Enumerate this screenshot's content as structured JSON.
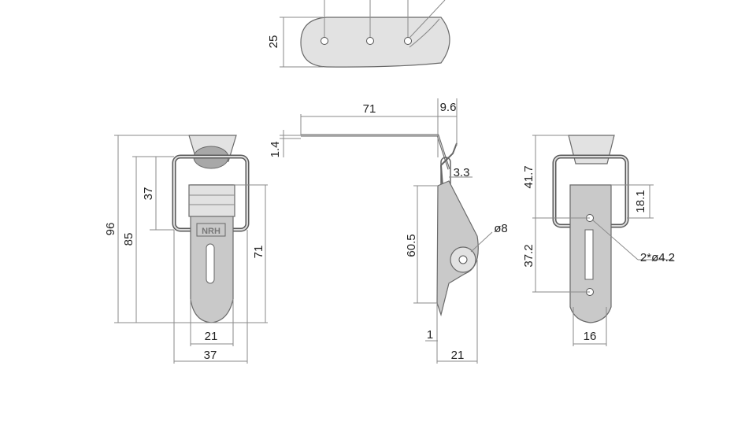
{
  "dimensions": {
    "top_plate_height": "25",
    "front_total_height": "96",
    "front_hook_height": "85",
    "front_loop_height": "37",
    "front_body_height": "71",
    "front_body_width": "21",
    "front_total_width": "37",
    "side_length": "71",
    "side_hook_offset": "9.6",
    "side_thickness": "1.4",
    "side_wire": "3.3",
    "side_height": "60.5",
    "side_hole_dia": "ø8",
    "side_base_thickness": "1",
    "side_width": "21",
    "rear_upper_height": "41.7",
    "rear_slot_height": "18.1",
    "rear_lower_height": "37.2",
    "rear_holes": "2*ø4.2",
    "rear_width": "16"
  },
  "logo_text": "NRH"
}
